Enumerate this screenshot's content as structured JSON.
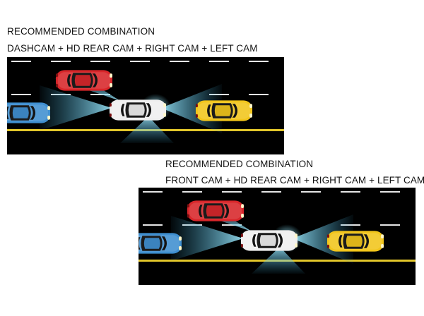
{
  "panels": [
    {
      "heading": "RECOMMENDED COMBINATION",
      "subheading": "DASHCAM + HD REAR CAM + RIGHT CAM + LEFT CAM"
    },
    {
      "heading": "RECOMMENDED COMBINATION",
      "subheading": "FRONT CAM + HD REAR CAM + RIGHT CAM + LEFT CAM"
    }
  ],
  "colors": {
    "road": "#000000",
    "lane_dash": "#e6e6e6",
    "center_line": "#e2c62a",
    "camera_beam": "#6fd6f0",
    "car_red": "#d8262a",
    "car_blue": "#3f8fd0",
    "car_white": "#efefef",
    "car_yellow": "#f2c51b"
  }
}
